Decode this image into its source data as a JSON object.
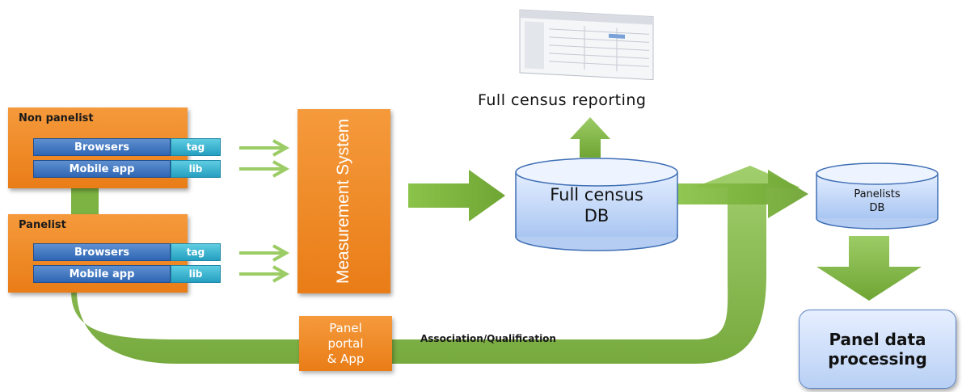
{
  "groups": {
    "non_panelist": {
      "title": "Non panelist",
      "rows": [
        {
          "label": "Browsers",
          "tag": "tag"
        },
        {
          "label": "Mobile app",
          "tag": "lib"
        }
      ]
    },
    "panelist": {
      "title": "Panelist",
      "rows": [
        {
          "label": "Browsers",
          "tag": "tag"
        },
        {
          "label": "Mobile app",
          "tag": "lib"
        }
      ]
    }
  },
  "measurement_system": "Measurement System",
  "full_census_db": {
    "line1": "Full census",
    "line2": "DB"
  },
  "full_census_reporting": "Full census reporting",
  "panelists_db": {
    "line1": "Panelists",
    "line2": "DB"
  },
  "panel_data_processing": {
    "line1": "Panel data",
    "line2": "processing"
  },
  "panel_portal": {
    "line1": "Panel",
    "line2": "portal",
    "line3": "& App"
  },
  "association_label": "Association/Qualification",
  "colors": {
    "orange": "#e97d17",
    "green": "#7cb342",
    "blue": "#2f66b4",
    "cyan": "#259fc1",
    "db_fill": "#cfe0fb"
  }
}
